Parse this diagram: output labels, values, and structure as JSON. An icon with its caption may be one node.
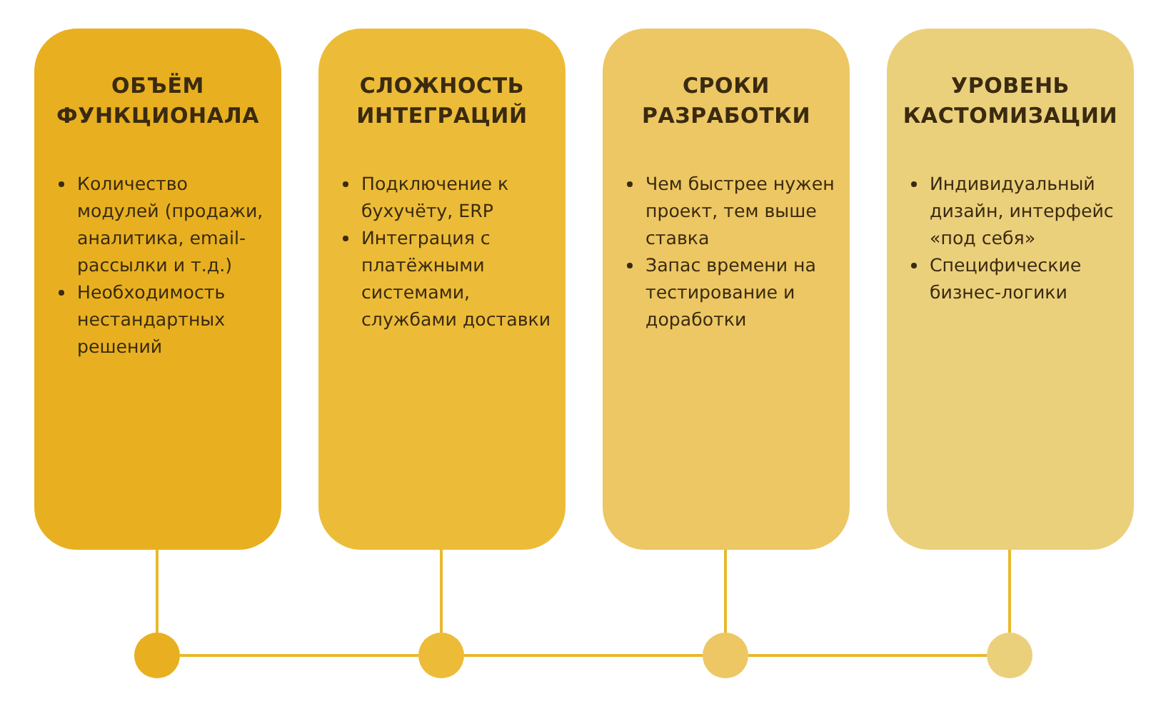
{
  "diagram": {
    "nodes": [
      {
        "text": [
          "ОБЪЁМ ФУНКЦИОНАЛА",
          "Количество модулей (продажи, аналитика, email-рассылки и т.д.)",
          "Необходимость нестандартных решений"
        ]
      },
      {
        "text": [
          "СЛОЖНОСТЬ ИНТЕГРАЦИЙ",
          "Подключение к бухучёту, ERP",
          "Интеграция с платёжными системами, службами доставки"
        ]
      },
      {
        "text": [
          "СРОКИ РАЗРАБОТКИ",
          "Чем быстрее нужен проект, тем выше ставка",
          "Запас времени на тестирование и доработки"
        ]
      },
      {
        "text": [
          "УРОВЕНЬ КАСТОМИЗАЦИИ",
          "Индивидуальный дизайн, интерфейс «под себя»",
          "Специфические бизнес-логики"
        ]
      },
      {
        "text": [],
        "shape": "circle"
      },
      {
        "text": [],
        "shape": "circle"
      },
      {
        "text": [],
        "shape": "circle"
      },
      {
        "text": [],
        "shape": "circle"
      }
    ],
    "edges": [
      {
        "from": 0,
        "to": 4,
        "arrow": "none"
      },
      {
        "from": 1,
        "to": 5,
        "arrow": "none"
      },
      {
        "from": 2,
        "to": 6,
        "arrow": "none"
      },
      {
        "from": 3,
        "to": 7,
        "arrow": "none"
      },
      {
        "from": 4,
        "to": 5,
        "arrow": "none"
      },
      {
        "from": 5,
        "to": 6,
        "arrow": "none"
      },
      {
        "from": 6,
        "to": 7,
        "arrow": "none"
      }
    ]
  }
}
